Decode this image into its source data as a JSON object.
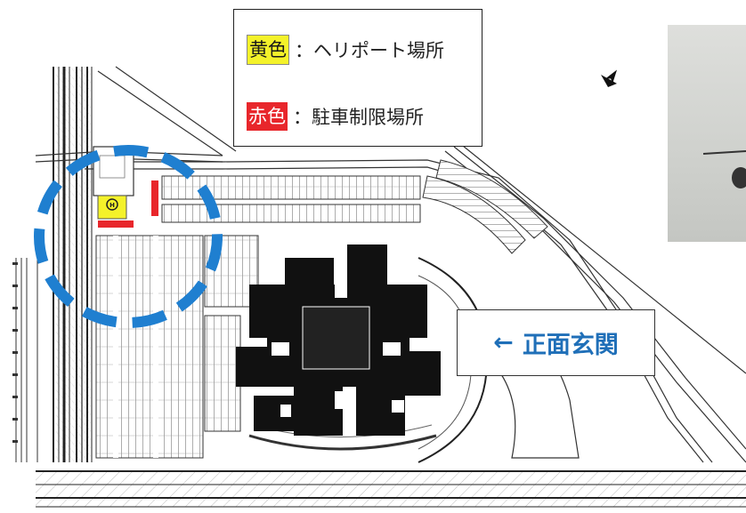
{
  "legend": {
    "heliport_color_label": "黄色",
    "heliport_text": "：ヘリポート場所",
    "parking_color_label": "赤色",
    "parking_text": "：駐車制限場所",
    "heliport_color": "#f4f22a",
    "parking_color": "#e8262b"
  },
  "entrance": {
    "arrow": "←",
    "label": "正面玄関",
    "color": "#1f6fb8"
  },
  "highlight": {
    "shape": "dashed-circle",
    "color": "#1f7fd0"
  },
  "icons": [
    "north-arrow-icon",
    "helipad-symbol-icon"
  ]
}
